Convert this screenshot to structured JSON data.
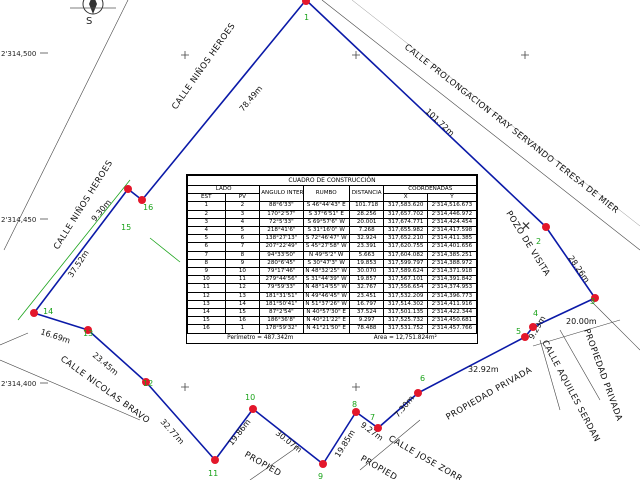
{
  "coord_labels": [
    "2'314,500",
    "2'314,450",
    "2'314,400"
  ],
  "compass_label": "S",
  "streets": [
    "CALLE NIÑOS HEROES",
    "CALLE NIÑOS HEROES",
    "CALLE PROLONGACION FRAY SERVANDO TERESA DE MIER",
    "CALLE NICOLAS BRAVO",
    "CALLE AQUILES SERDAN",
    "CALLE JOSE ZORR",
    "PROPIEDAD PRIVADA",
    "PROPIEDAD PRIVADA",
    "PROPIED",
    "PROPIED",
    "POZO DE VISITA"
  ],
  "segment_labels": [
    "78.49m",
    "101.72m",
    "9.30m",
    "37.52m",
    "16.69m",
    "23.45m",
    "32.77m",
    "19.86m",
    "30.07m",
    "19.85m",
    "9.27m",
    "7.30m",
    "32.92m",
    "9.29m",
    "20.00m",
    "28.26m"
  ],
  "vertex_labels": [
    "1",
    "2",
    "3",
    "4",
    "5",
    "6",
    "7",
    "8",
    "9",
    "10",
    "11",
    "12",
    "13",
    "14",
    "15",
    "16"
  ],
  "table": {
    "title": "CUADRO DE CONSTRUCCIÓN",
    "headers": {
      "lado": "LADO",
      "angulo": "ANGULO INTERNO",
      "rumbo": "RUMBO",
      "distancia": "DISTANCIA",
      "coordenadas": "COORDENADAS",
      "est": "EST",
      "pv": "PV",
      "x": "X",
      "y": "Y"
    },
    "rows": [
      [
        "1",
        "2",
        "88°6'33\"",
        "S 46°44'43\" E",
        "101.718",
        "317,583.620",
        "2'314,516.673"
      ],
      [
        "2",
        "3",
        "170°2'57\"",
        "S 37°6'51\" E",
        "28.256",
        "317,657.702",
        "2'314,446.972"
      ],
      [
        "3",
        "4",
        "72°5'33\"",
        "S 69°57'6\" W",
        "20.001",
        "317,674.771",
        "2'314,424.454"
      ],
      [
        "4",
        "5",
        "218°41'6\"",
        "S 31°16'0\" W",
        "7.268",
        "317,655.982",
        "2'314,417.598"
      ],
      [
        "5",
        "6",
        "138°27'13\"",
        "S 72°46'47\" W",
        "32.924",
        "317,652.210",
        "2'314,411.385"
      ],
      [
        "6",
        "7",
        "207°22'49\"",
        "S 45°27'58\" W",
        "23.391",
        "317,620.755",
        "2'314,401.656"
      ],
      [
        "7",
        "8",
        "94°33'50\"",
        "N 49°5'2\" W",
        "5.663",
        "317,604.082",
        "2'314,385.251"
      ],
      [
        "8",
        "9",
        "280°6'45\"",
        "S 30°47'3\" W",
        "19.853",
        "317,599.797",
        "2'314,388.972"
      ],
      [
        "9",
        "10",
        "79°17'46\"",
        "N 48°32'25\" W",
        "30.070",
        "317,589.624",
        "2'314,371.918"
      ],
      [
        "10",
        "11",
        "279°44'56\"",
        "S 31°44'39\" W",
        "19.857",
        "317,567.101",
        "2'314,391.842"
      ],
      [
        "11",
        "12",
        "79°59'33\"",
        "N 48°14'55\" W",
        "32.767",
        "317,556.654",
        "2'314,374.953"
      ],
      [
        "12",
        "13",
        "181°31'51\"",
        "N 49°46'45\" W",
        "23.451",
        "317,532.209",
        "2'314,396.773"
      ],
      [
        "13",
        "14",
        "181°50'41\"",
        "N 51°37'26\" W",
        "16.797",
        "317,514.302",
        "2'314,411.916"
      ],
      [
        "14",
        "15",
        "87°2'54\"",
        "N 40°57'30\" E",
        "37.524",
        "317,501.135",
        "2'314,422.344"
      ],
      [
        "15",
        "16",
        "186°36'8\"",
        "N 40°21'22\" E",
        "9.297",
        "317,525.732",
        "2'314,450.681"
      ],
      [
        "16",
        "1",
        "178°59'32\"",
        "N 41°21'50\" E",
        "78.488",
        "317,531.752",
        "2'314,457.766"
      ]
    ],
    "perimetro": "Perímetro = 487.342m",
    "area": "Área = 12,751.824m²"
  },
  "colors": {
    "boundary": "#0b1aa8",
    "vertex": "#e3172b",
    "vertex_label": "#1aa31a",
    "street_edge": "#1aa31a"
  }
}
